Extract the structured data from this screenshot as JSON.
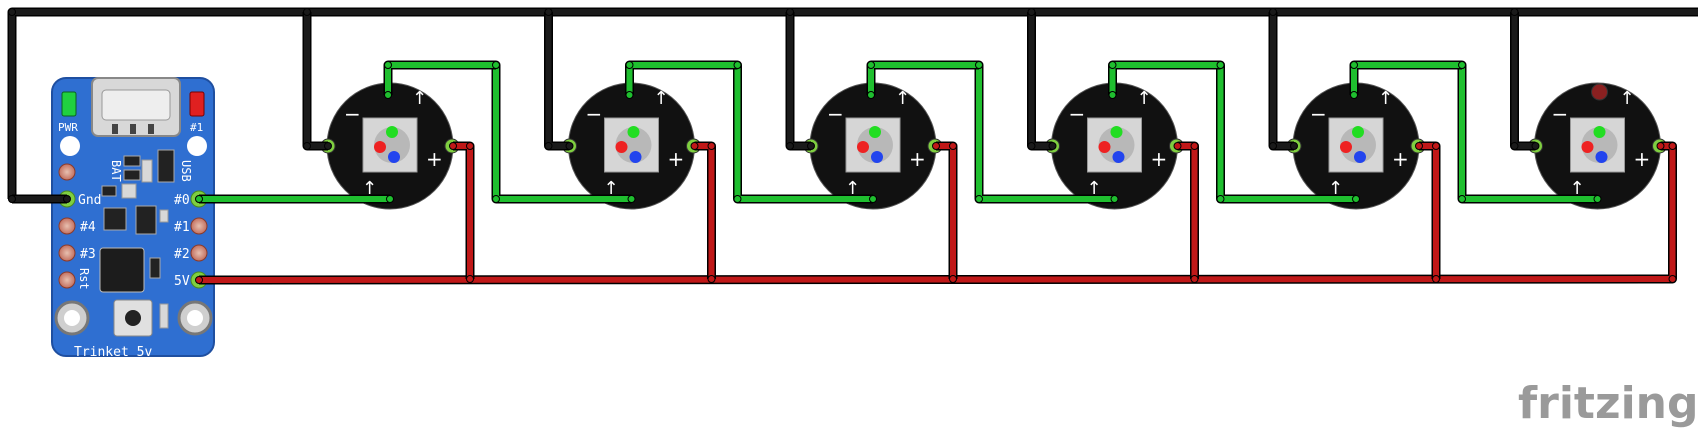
{
  "trinket": {
    "name": "Trinket 5v",
    "labels": {
      "pwr": "PWR",
      "pin1_top": "#1",
      "bat": "BAT",
      "usb": "USB",
      "gnd": "Gnd",
      "pin0": "#0",
      "pin4": "#4",
      "pin1": "#1",
      "pin3": "#3",
      "pin2": "#2",
      "rst": "Rst",
      "v5": "5V"
    },
    "colors": {
      "board": "#2f6fd1",
      "pwr_led": "#20d040",
      "status_led": "#e02020"
    }
  },
  "pixels": {
    "count": 6,
    "minus_label": "−",
    "plus_label": "+",
    "arrow_label": "↑"
  },
  "wires": {
    "ground_color": "#1a1a1a",
    "data_color": "#1fbf2f",
    "power_color": "#c01818"
  },
  "watermark": "fritzing"
}
